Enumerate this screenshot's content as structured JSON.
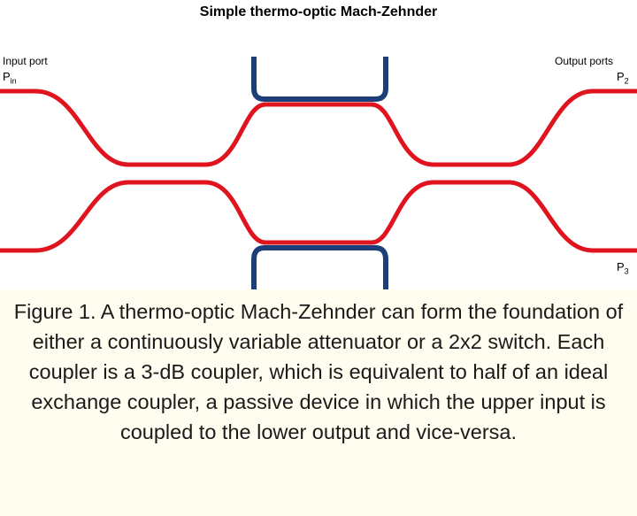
{
  "diagram": {
    "title": "Simple thermo-optic Mach-Zehnder",
    "labels": {
      "input_port": "Input port",
      "input_symbol": "P",
      "input_sub": "in",
      "output_ports": "Output ports",
      "output_upper_symbol": "P",
      "output_upper_sub": "2",
      "output_lower_symbol": "P",
      "output_lower_sub": "3"
    },
    "colors": {
      "waveguide": "#e0141e",
      "heater": "#1c3f7a",
      "caption_background": "#fffdf0"
    }
  },
  "caption": {
    "text": "Figure 1. A thermo-optic Mach-Zehnder can form the foundation of either a continuously variable attenuator or a 2x2 switch. Each coupler is a 3-dB coupler, which is equivalent to half of an ideal exchange coupler, a passive device in which the upper input is coupled to the lower output and vice-versa."
  }
}
